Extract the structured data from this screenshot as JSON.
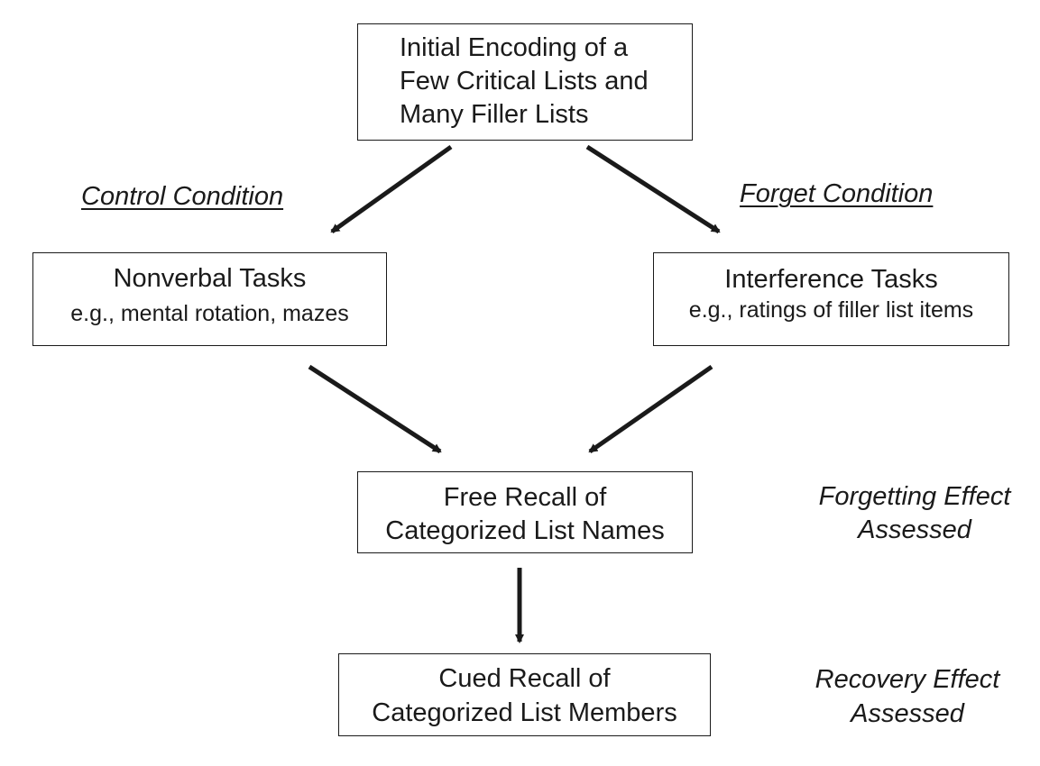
{
  "diagram": {
    "boxes": {
      "initial": {
        "lines": [
          "Initial Encoding of a",
          "Few Critical Lists and",
          "Many Filler Lists"
        ]
      },
      "nonverbal": {
        "title": "Nonverbal Tasks",
        "subtitle": "e.g., mental rotation, mazes"
      },
      "interference": {
        "title": "Interference Tasks",
        "subtitle": "e.g., ratings of filler list items"
      },
      "free_recall": {
        "lines": [
          "Free Recall of",
          "Categorized List Names"
        ]
      },
      "cued_recall": {
        "lines": [
          "Cued Recall of",
          "Categorized List Members"
        ]
      }
    },
    "conditions": {
      "control": "Control Condition",
      "forget": "Forget Condition"
    },
    "assessments": {
      "forgetting": [
        "Forgetting Effect",
        "Assessed"
      ],
      "recovery": [
        "Recovery Effect",
        "Assessed"
      ]
    },
    "colors": {
      "stroke": "#1a1a1a",
      "background": "#ffffff"
    }
  }
}
